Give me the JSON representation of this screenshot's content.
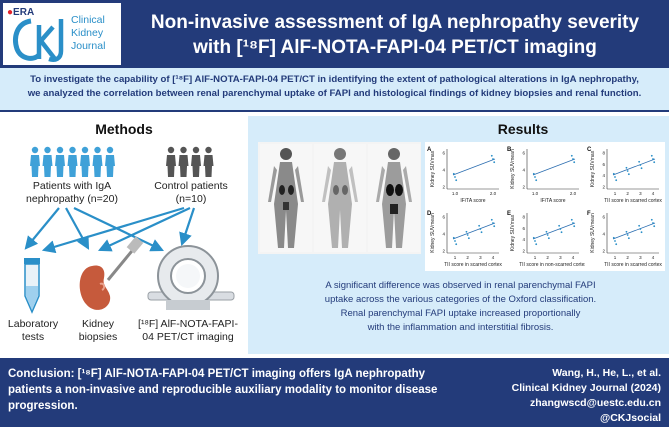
{
  "header": {
    "logo_era": "ERA",
    "logo_journal_name": [
      "Clinical",
      "Kidney",
      "Journal"
    ],
    "title_line1": "Non-invasive assessment of IgA nephropathy severity",
    "title_line2": "with [¹⁸F] AlF-NOTA-FAPI-04 PET/CT imaging",
    "logo_color": "#2a8fc8",
    "brand_color": "#233b7a",
    "era_accent": "#e3222a"
  },
  "objective": {
    "line1": "To investigate the capability of [¹⁸F] AlF-NOTA-FAPI-04 PET/CT in identifying the extent of pathological alterations in IgA nephropathy,",
    "line2": "we analyzed the correlation between renal parenchymal uptake of FAPI and histological findings of kidney biopsies and renal function."
  },
  "methods": {
    "title": "Methods",
    "patients_label": [
      "Patients with IgA",
      "nephropathy (n=20)"
    ],
    "controls_label": [
      "Control patients",
      "(n=10)"
    ],
    "items": [
      {
        "label": [
          "Laboratory",
          "tests"
        ],
        "icon": "test-tube-icon"
      },
      {
        "label": [
          "Kidney",
          "biopsies"
        ],
        "icon": "kidney-biopsy-icon"
      },
      {
        "label": [
          "[¹⁸F] AlF-NOTA-FAPI-",
          "04 PET/CT imaging"
        ],
        "icon": "pet-ct-scanner-icon"
      }
    ],
    "patient_color": "#3fa1d8",
    "control_color": "#555555"
  },
  "results": {
    "title": "Results",
    "summary": [
      "A significant difference was observed in renal parenchymal FAPI",
      "uptake across the various categories of the Oxford classification.",
      "Renal parenchymal FAPI uptake increased proportionally",
      "with the inflammation and interstitial fibrosis."
    ],
    "plots": [
      {
        "letter": "A",
        "xlabel": "IF/TA score",
        "ylabel": "Kidney SUVmax",
        "xticks": [
          "1.0",
          "2.0"
        ],
        "yticks": [
          "6",
          "4",
          "2"
        ]
      },
      {
        "letter": "B",
        "xlabel": "IF/TA score",
        "ylabel": "Kidney SUVmean",
        "xticks": [
          "1.0",
          "2.0"
        ],
        "yticks": [
          "6",
          "4",
          "2"
        ]
      },
      {
        "letter": "C",
        "xlabel": "TII score in scarred cortex",
        "ylabel": "Kidney SUVmax",
        "xticks": [
          "1",
          "2",
          "3",
          "4"
        ],
        "yticks": [
          "8",
          "6",
          "4",
          "2"
        ]
      },
      {
        "letter": "D",
        "xlabel": "TII score in scarred cortex",
        "ylabel": "Kidney SUVmean",
        "xticks": [
          "1",
          "2",
          "3",
          "4"
        ],
        "yticks": [
          "6",
          "4",
          "2"
        ]
      },
      {
        "letter": "E",
        "xlabel": "TII score in non-scarred cortex",
        "ylabel": "Kidney SUVmax",
        "xticks": [
          "1",
          "2",
          "3",
          "4"
        ],
        "yticks": [
          "8",
          "6",
          "4",
          "2"
        ]
      },
      {
        "letter": "F",
        "xlabel": "TII score in scarred cortex",
        "ylabel": "Kidney SUVmean",
        "xticks": [
          "1",
          "2",
          "3",
          "4"
        ],
        "yticks": [
          "6",
          "4",
          "2"
        ]
      }
    ]
  },
  "footer": {
    "conclusion": "Conclusion: [¹⁸F] AlF-NOTA-FAPI-04 PET/CT imaging offers IgA nephropathy patients a non-invasive and reproducible auxiliary modality to monitor disease progression.",
    "citation_authors": "Wang, H., He, L., et al.",
    "citation_journal": "Clinical Kidney Journal (2024)",
    "citation_email": "zhangwscd@uestc.edu.cn",
    "citation_social": "@CKJsocial"
  }
}
